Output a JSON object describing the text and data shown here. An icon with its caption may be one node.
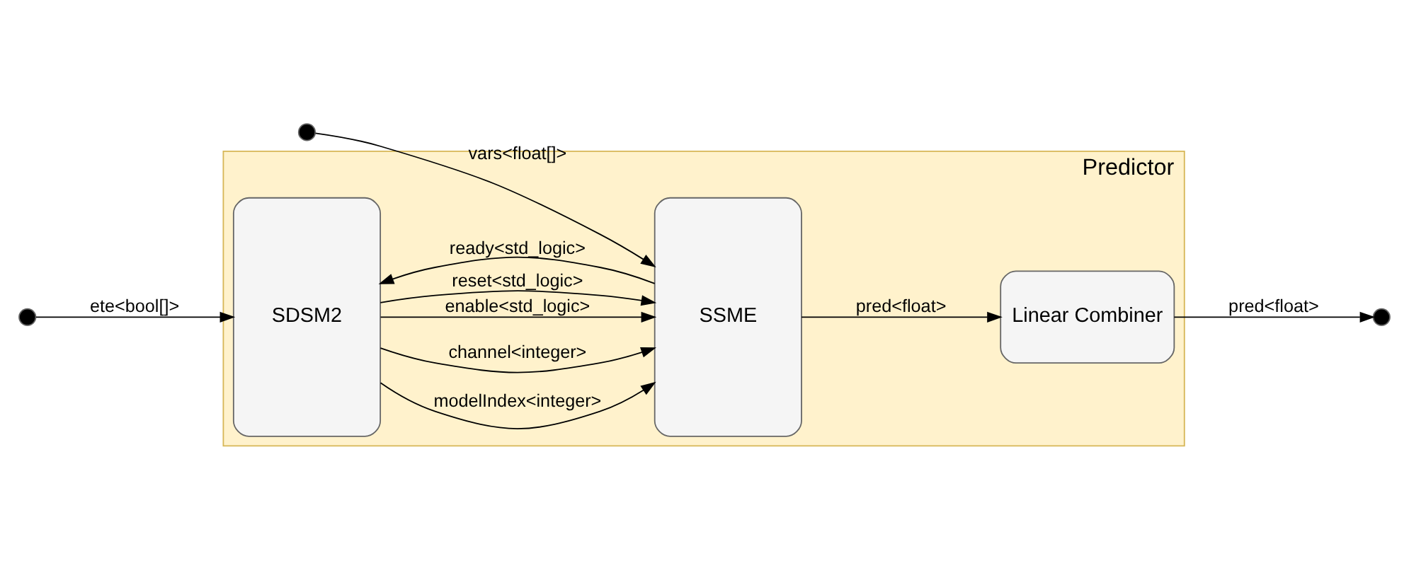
{
  "diagram": {
    "nodes": [
      {
        "text": [
          "Predictor"
        ]
      },
      {
        "text": [],
        "shape": "circle"
      },
      {
        "text": [],
        "shape": "circle"
      },
      {
        "text": [
          "SDSM2"
        ],
        "in": 0
      },
      {
        "text": [
          "SSME"
        ],
        "in": 0
      },
      {
        "text": [
          "Linear Combiner"
        ],
        "in": 0
      },
      {
        "text": [],
        "shape": "circle"
      }
    ],
    "edges": [
      {
        "from": 1,
        "to": 4,
        "arrow": "to",
        "label": "vars<float[]>"
      },
      {
        "from": 2,
        "to": 3,
        "arrow": "to",
        "label": "ete<bool[]>"
      },
      {
        "from": 3,
        "to": 4,
        "arrow": "to",
        "label": "modelIndex<integer>"
      },
      {
        "from": 3,
        "to": 4,
        "arrow": "to",
        "label": "channel<integer>"
      },
      {
        "from": 3,
        "to": 4,
        "arrow": "to",
        "label": "enable<std_logic>"
      },
      {
        "from": 3,
        "to": 4,
        "arrow": "to",
        "label": "reset<std_logic>"
      },
      {
        "from": 4,
        "to": 3,
        "arrow": "to",
        "label": "ready<std_logic>"
      },
      {
        "from": 4,
        "to": 5,
        "arrow": "to",
        "label": "pred<float>"
      },
      {
        "from": 5,
        "to": 6,
        "arrow": "to",
        "label": "pred<float>"
      }
    ]
  }
}
